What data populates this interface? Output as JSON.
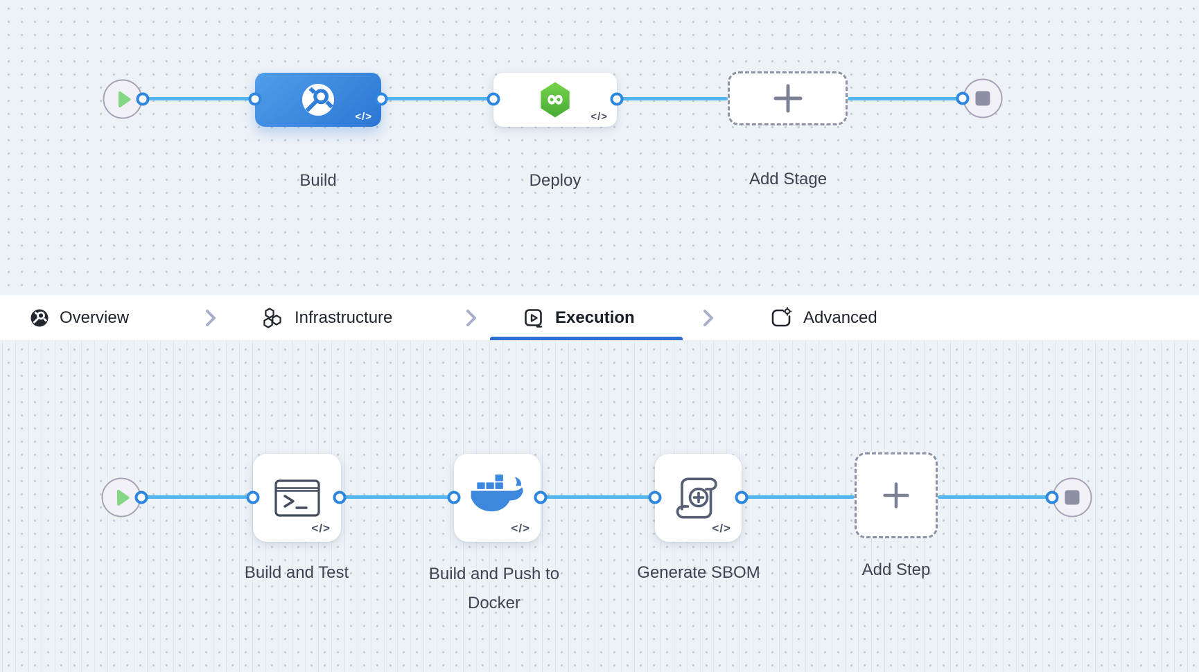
{
  "pipeline": {
    "stages": [
      {
        "label": "Build",
        "icon": "ci-build-icon",
        "badge": "</>",
        "variant": "solid-blue"
      },
      {
        "label": "Deploy",
        "icon": "cd-infinity-icon",
        "badge": "</>",
        "variant": "white"
      },
      {
        "label": "Add Stage",
        "icon": "plus-icon",
        "variant": "dashed"
      }
    ],
    "start_icon": "play-icon",
    "end_icon": "stop-icon"
  },
  "tab_bar": {
    "tabs": [
      {
        "label": "Overview",
        "icon": "overview-icon",
        "active": false
      },
      {
        "label": "Infrastructure",
        "icon": "infrastructure-icon",
        "active": false
      },
      {
        "label": "Execution",
        "icon": "execution-icon",
        "active": true
      },
      {
        "label": "Advanced",
        "icon": "advanced-icon",
        "active": false
      }
    ],
    "separator_icon": "chevron-right-icon"
  },
  "execution": {
    "steps": [
      {
        "label": "Build and Test",
        "icon": "terminal-icon",
        "badge": "</>"
      },
      {
        "label": "Build and Push to Docker",
        "icon": "docker-icon",
        "badge": "</>"
      },
      {
        "label": "Generate SBOM",
        "icon": "sbom-scroll-icon",
        "badge": "</>"
      },
      {
        "label": "Add Step",
        "icon": "plus-icon"
      }
    ],
    "start_icon": "play-icon",
    "end_icon": "stop-icon"
  },
  "colors": {
    "accent_blue": "#2e6fd3",
    "edge_blue": "#55b6ee",
    "stage_build_blue": "#3584dd",
    "deploy_green": "#5cc63e",
    "docker_blue": "#3d87dd",
    "canvas_background": "#edf2f7"
  }
}
